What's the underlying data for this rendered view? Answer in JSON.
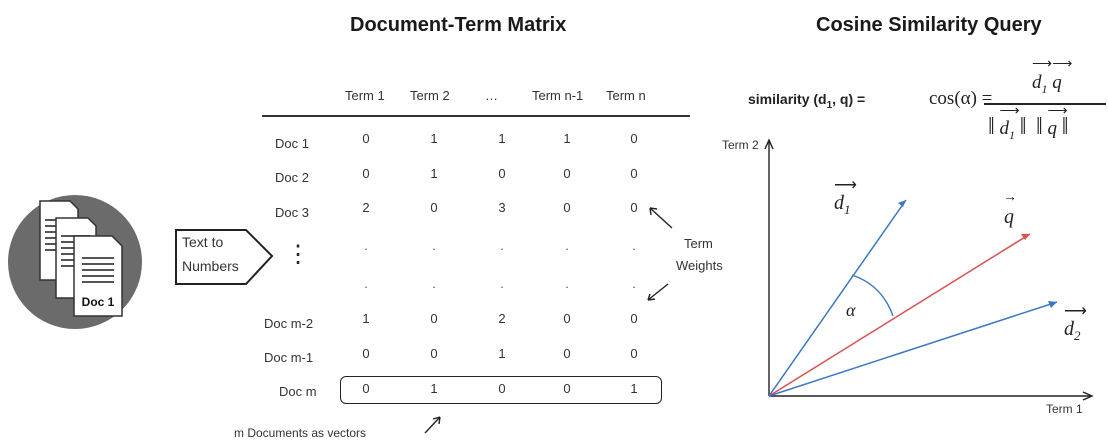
{
  "titles": {
    "matrix": "Document-Term Matrix",
    "cosine": "Cosine Similarity Query"
  },
  "icon": {
    "doc_label": "Doc 1"
  },
  "callout": {
    "line1": "Text to",
    "line2": "Numbers",
    "ellipsis": "⋮"
  },
  "matrix": {
    "headers": [
      "Term 1",
      "Term 2",
      "…",
      "Term n-1",
      "Term n"
    ],
    "rows": [
      {
        "label": "Doc 1",
        "values": [
          "0",
          "1",
          "1",
          "1",
          "0"
        ]
      },
      {
        "label": "Doc 2",
        "values": [
          "0",
          "1",
          "0",
          "0",
          "0"
        ]
      },
      {
        "label": "Doc 3",
        "values": [
          "2",
          "0",
          "3",
          "0",
          "0"
        ]
      },
      {
        "label": "",
        "values": [
          ".",
          ".",
          ".",
          ".",
          "."
        ]
      },
      {
        "label": "",
        "values": [
          ".",
          ".",
          ".",
          ".",
          "."
        ]
      },
      {
        "label": "Doc m-2",
        "values": [
          "1",
          "0",
          "2",
          "0",
          "0"
        ]
      },
      {
        "label": "Doc m-1",
        "values": [
          "0",
          "0",
          "1",
          "0",
          "0"
        ]
      },
      {
        "label": "Doc m",
        "values": [
          "0",
          "1",
          "0",
          "0",
          "1"
        ]
      }
    ],
    "row_ellipsis": "⋮",
    "term_weights_label": [
      "Term",
      "Weights"
    ],
    "vectors_note": "m Documents as vectors"
  },
  "formula": {
    "lhs": "similarity (d",
    "lhs_sub": "1",
    "lhs_tail": ", q) =",
    "cos": "cos(α) =",
    "numerator": "d",
    "numerator_sub": "1",
    "numerator_q": "q",
    "den_d": "d",
    "den_d_sub": "1",
    "den_q": "q"
  },
  "plot": {
    "y_axis_label": "Term 2",
    "x_axis_label": "Term 1",
    "vec_d1": "d",
    "vec_d1_sub": "1",
    "vec_q": "q",
    "vec_d2": "d",
    "vec_d2_sub": "2",
    "angle_label": "α",
    "colors": {
      "blue": "#3a78c2",
      "red": "#d9534f",
      "icon_circle": "#6b6b6b"
    }
  }
}
